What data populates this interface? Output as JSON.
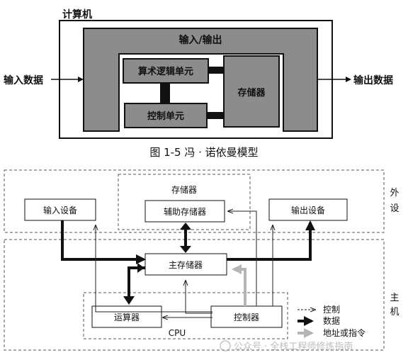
{
  "top": {
    "computer_label": "计算机",
    "io_label": "输入/输出",
    "alu_label": "算术逻辑单元",
    "control_label": "控制单元",
    "memory_label": "存储器",
    "input_data": "输入数据",
    "output_data": "输出数据",
    "caption": "图 1-5   冯 · 诺依曼模型"
  },
  "bottom": {
    "storage_group": "存储器",
    "aux_storage": "辅助存储器",
    "input_device": "输入设备",
    "output_device": "输出设备",
    "main_memory": "主存储器",
    "alu": "运算器",
    "controller": "控制器",
    "cpu": "CPU",
    "peripheral_1": "外",
    "peripheral_2": "设",
    "host_1": "主",
    "host_2": "机",
    "legend": {
      "control_1": "控制",
      "data_1": "数据",
      "address": "地址或指令"
    }
  },
  "watermark": "公众号 · 全栈工程师修炼指南",
  "colors": {
    "gray_block": "#8c8c8c",
    "light_gray_arrow": "#b5b5b5"
  }
}
